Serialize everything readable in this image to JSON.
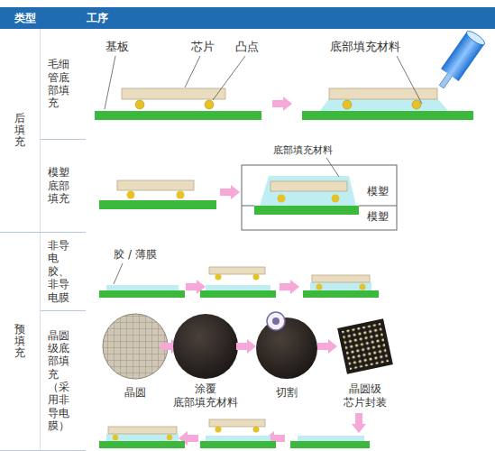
{
  "diagram": {
    "nodes": [
      {
        "text": [
          "类型"
        ]
      },
      {
        "text": [
          "工序"
        ]
      },
      {
        "text": [
          "后填充"
        ]
      },
      {
        "text": [
          "毛细管底部填充"
        ]
      },
      {
        "text": [
          "模塑底部填充"
        ]
      },
      {
        "text": [
          "预填充"
        ]
      },
      {
        "text": [
          "非导电胶、非导电膜"
        ]
      },
      {
        "text": [
          "晶圆级底部填充（采用非导电膜）"
        ]
      }
    ],
    "labels": [
      "基板",
      "芯片",
      "凸点",
      "底部填充材料",
      "底部填充材料",
      "模塑",
      "模塑",
      "胶 / 薄膜",
      "晶圆",
      "涂覆 底部填充材料",
      "切割",
      "晶圆级 芯片封装"
    ]
  }
}
